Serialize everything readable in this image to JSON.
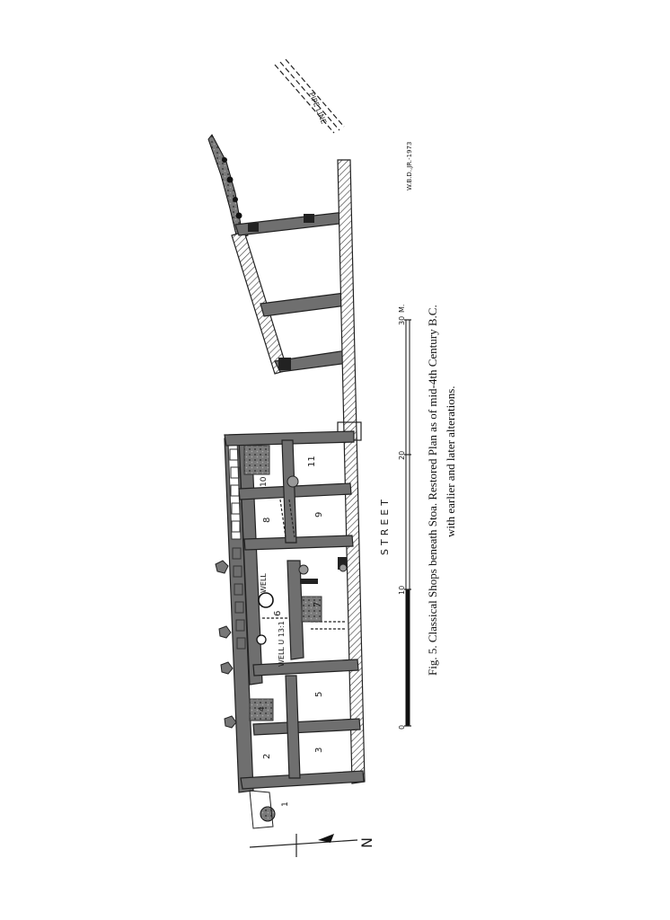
{
  "caption": {
    "line1": "Fig. 5.  Classical Shops beneath Stoa.  Restored Plan as of mid-4th Century B.C.",
    "line2": "with earlier and later alterations."
  },
  "credit": "W.B.D.,JR.-1973",
  "pipe_line": "PIPE LINE",
  "street": "STREET",
  "north": "N",
  "scale": {
    "ticks": [
      "0",
      "10",
      "20",
      "30"
    ],
    "unit": "M."
  },
  "rooms": [
    "1",
    "2",
    "3",
    "4",
    "5",
    "6",
    "7",
    "8",
    "9",
    "10",
    "11"
  ],
  "features": {
    "well": "WELL",
    "well_u": "WELL U 13:1"
  }
}
